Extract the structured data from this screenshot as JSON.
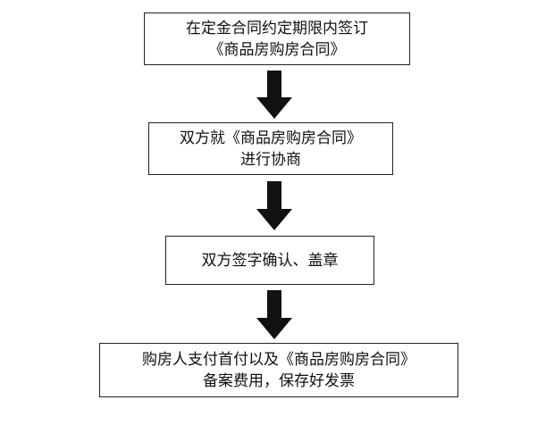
{
  "diagram": {
    "steps": [
      {
        "lines": [
          "在定金合同约定期限内签订",
          "《商品房购房合同》"
        ]
      },
      {
        "lines": [
          "双方就《商品房购房合同》",
          "进行协商"
        ]
      },
      {
        "lines": [
          "双方签字确认、盖章"
        ]
      },
      {
        "lines": [
          "购房人支付首付以及《商品房购房合同》",
          "备案费用，保存好发票"
        ]
      }
    ],
    "arrow_icon": "down-arrow-icon",
    "colors": {
      "border": "#222222",
      "arrow": "#111111",
      "text": "#111111"
    }
  }
}
